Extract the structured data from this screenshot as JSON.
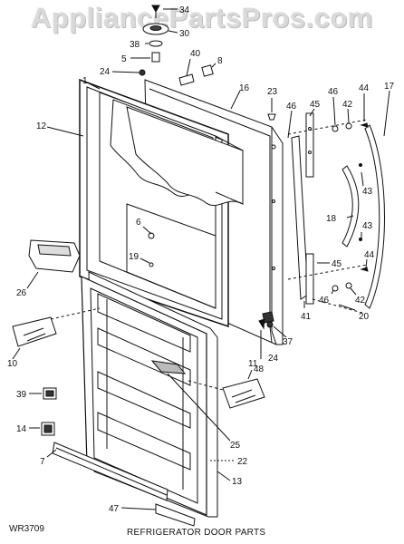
{
  "watermark": "AppliancePartsPros.com",
  "caption": "REFRIGERATOR DOOR PARTS",
  "drawing_code": "WR3709",
  "labels": [
    {
      "id": "34",
      "text": "34"
    },
    {
      "id": "30",
      "text": "30"
    },
    {
      "id": "38",
      "text": "38"
    },
    {
      "id": "5",
      "text": "5"
    },
    {
      "id": "24a",
      "text": "24"
    },
    {
      "id": "40",
      "text": "40"
    },
    {
      "id": "8",
      "text": "8"
    },
    {
      "id": "1",
      "text": "1"
    },
    {
      "id": "16",
      "text": "16"
    },
    {
      "id": "12",
      "text": "12"
    },
    {
      "id": "23",
      "text": "23"
    },
    {
      "id": "46a",
      "text": "46"
    },
    {
      "id": "45a",
      "text": "45"
    },
    {
      "id": "46b",
      "text": "46"
    },
    {
      "id": "42a",
      "text": "42"
    },
    {
      "id": "44a",
      "text": "44"
    },
    {
      "id": "17",
      "text": "17"
    },
    {
      "id": "43a",
      "text": "43"
    },
    {
      "id": "6",
      "text": "6"
    },
    {
      "id": "18",
      "text": "18"
    },
    {
      "id": "43b",
      "text": "43"
    },
    {
      "id": "19",
      "text": "19"
    },
    {
      "id": "44b",
      "text": "44"
    },
    {
      "id": "45b",
      "text": "45"
    },
    {
      "id": "26",
      "text": "26"
    },
    {
      "id": "46c",
      "text": "46"
    },
    {
      "id": "42b",
      "text": "42"
    },
    {
      "id": "41",
      "text": "41"
    },
    {
      "id": "20",
      "text": "20"
    },
    {
      "id": "10",
      "text": "10"
    },
    {
      "id": "37",
      "text": "37"
    },
    {
      "id": "48",
      "text": "48"
    },
    {
      "id": "24b",
      "text": "24"
    },
    {
      "id": "11",
      "text": "11"
    },
    {
      "id": "39",
      "text": "39"
    },
    {
      "id": "25",
      "text": "25"
    },
    {
      "id": "14",
      "text": "14"
    },
    {
      "id": "7",
      "text": "7"
    },
    {
      "id": "22",
      "text": "22"
    },
    {
      "id": "13",
      "text": "13"
    },
    {
      "id": "47",
      "text": "47"
    }
  ]
}
